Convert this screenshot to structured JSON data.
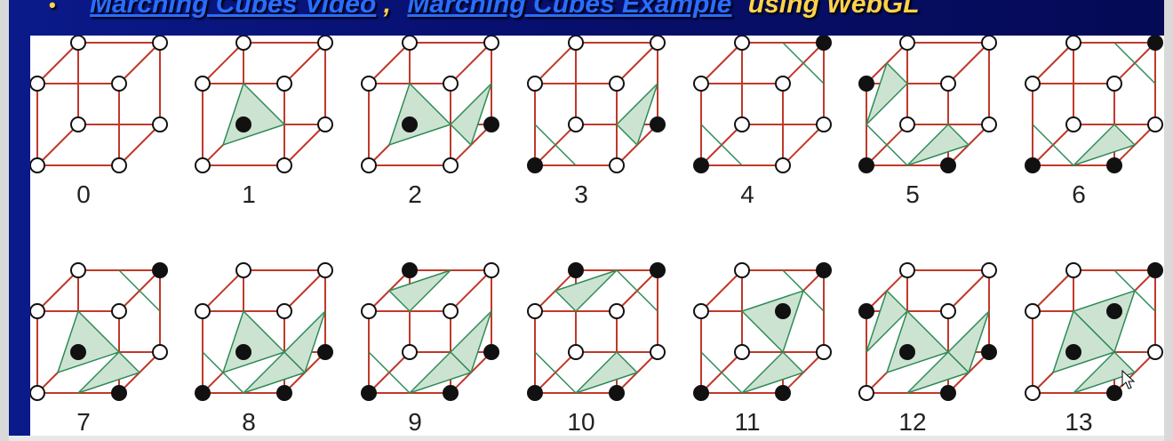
{
  "header": {
    "bullet": "•",
    "link1": "Marching Cubes Video",
    "sep": ",",
    "link2": "Marching Cubes Example",
    "tail": "using WebGL"
  },
  "colors": {
    "edge": "#c0392b",
    "surface_fill": "#cde3d2",
    "surface_stroke": "#2e8b57",
    "vertex_on": "#111111",
    "vertex_off": "#ffffff"
  },
  "cases": [
    {
      "label": "0",
      "filled": []
    },
    {
      "label": "1",
      "filled": [
        4
      ]
    },
    {
      "label": "2",
      "filled": [
        4,
        5
      ]
    },
    {
      "label": "3",
      "filled": [
        0,
        5
      ]
    },
    {
      "label": "4",
      "filled": [
        0,
        6
      ]
    },
    {
      "label": "5",
      "filled": [
        0,
        1,
        3
      ]
    },
    {
      "label": "6",
      "filled": [
        0,
        1,
        6
      ]
    },
    {
      "label": "7",
      "filled": [
        1,
        4,
        6
      ]
    },
    {
      "label": "8",
      "filled": [
        0,
        1,
        4,
        5
      ]
    },
    {
      "label": "9",
      "filled": [
        0,
        1,
        5,
        7
      ]
    },
    {
      "label": "10",
      "filled": [
        0,
        1,
        6,
        7
      ]
    },
    {
      "label": "11",
      "filled": [
        0,
        1,
        2,
        6
      ]
    },
    {
      "label": "12",
      "filled": [
        1,
        3,
        4,
        5
      ]
    },
    {
      "label": "13",
      "filled": [
        1,
        2,
        4,
        6
      ]
    }
  ]
}
